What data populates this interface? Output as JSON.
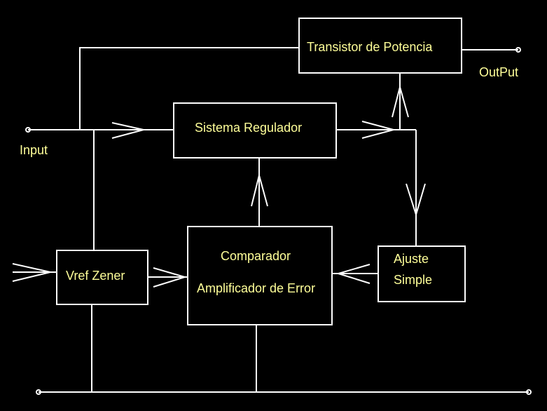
{
  "colors": {
    "background": "#000000",
    "lines": "#ffffff",
    "text": "#ffff99"
  },
  "blocks": {
    "transistor": {
      "label": "Transistor de Potencia"
    },
    "regulador": {
      "label": "Sistema Regulador"
    },
    "comparador": {
      "line1": "Comparador",
      "line2": "Amplificador de Error"
    },
    "vref": {
      "label": "Vref  Zener"
    },
    "ajuste": {
      "line1": "Ajuste",
      "line2": "Simple"
    }
  },
  "terminals": {
    "input": "Input",
    "output": "OutPut"
  }
}
